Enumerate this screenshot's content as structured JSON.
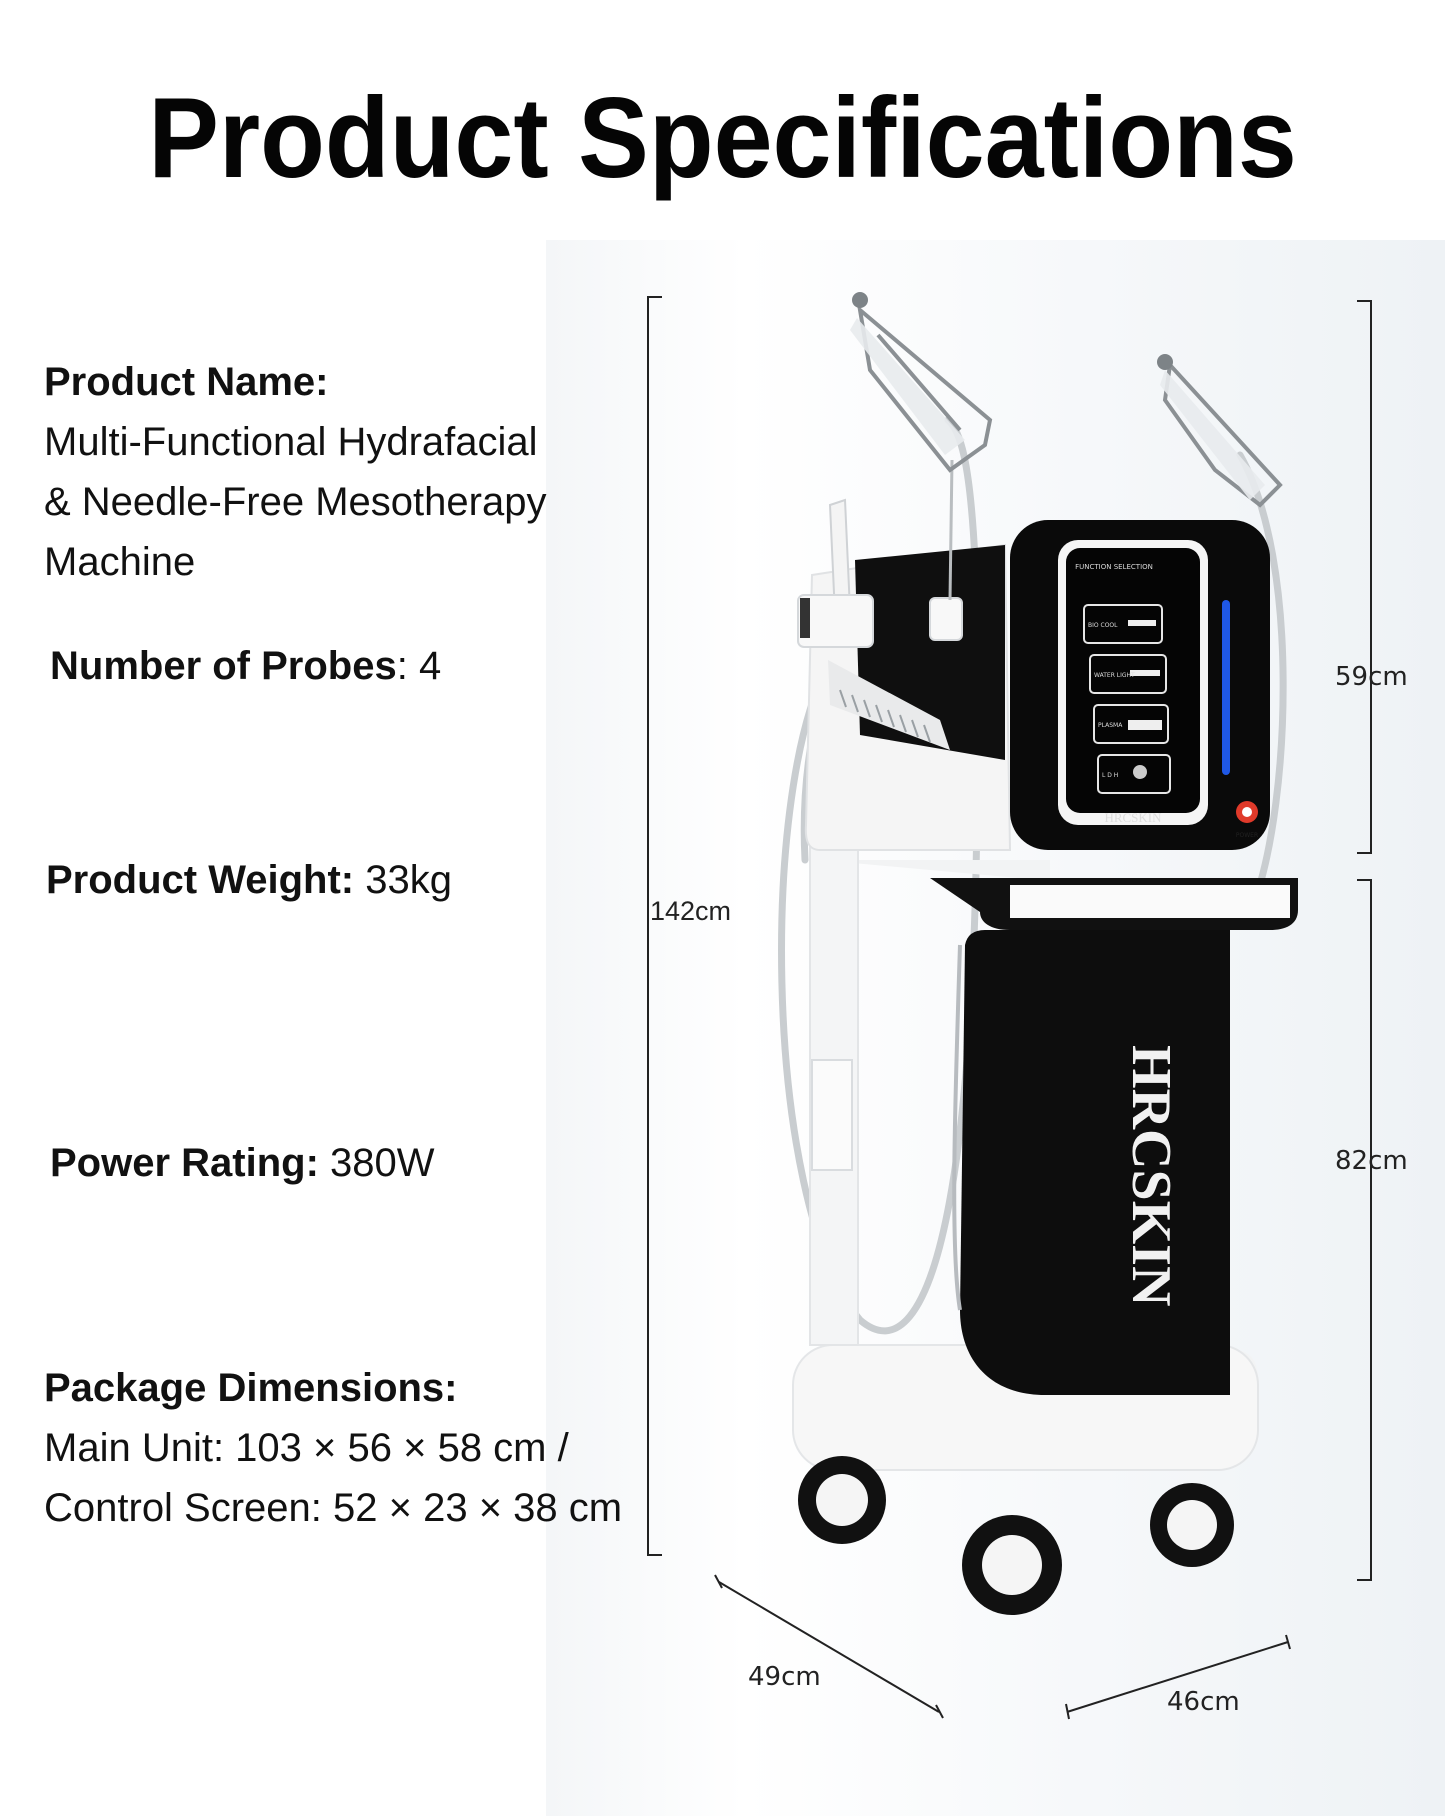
{
  "title": "Product Specifications",
  "specs": {
    "product_name": {
      "label": "Product Name:",
      "lines": [
        "Multi-Functional Hydrafacial",
        "& Needle-Free Mesotherapy",
        "Machine"
      ]
    },
    "probes": {
      "label": "Number of Probes",
      "value": ": 4"
    },
    "weight": {
      "label": "Product Weight:",
      "value": " 33kg"
    },
    "power": {
      "label": "Power Rating:",
      "value": " 380W"
    },
    "package": {
      "label": "Package Dimensions:",
      "lines": [
        "Main Unit: 103 × 56 × 58 cm /",
        "Control Screen: 52 × 23 × 38 cm"
      ]
    }
  },
  "dimensions": {
    "total_height": "142cm",
    "top_height": "59cm",
    "bottom_height": "82cm",
    "depth": "49cm",
    "width": "46cm"
  },
  "machine": {
    "brand": "HRCSKIN",
    "screen_header": "FUNCTION SELECTION",
    "menu": [
      "BIO COOL",
      "WATER LIGHT",
      "PLASMA",
      "L D H"
    ],
    "power_label": "POWER"
  },
  "colors": {
    "body": "#0c0c0c",
    "accent_blue": "#1f58e6",
    "shell": "#f7f7f7",
    "power_red": "#e03a2a"
  }
}
